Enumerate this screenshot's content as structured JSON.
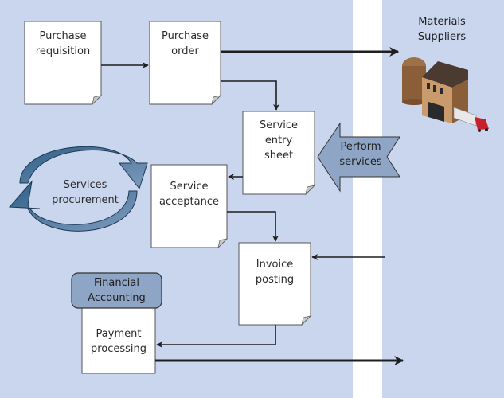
{
  "diagram": {
    "title": "Services procurement process",
    "nodes": {
      "purchase_requisition": "Purchase requisition",
      "purchase_order": "Purchase order",
      "service_entry_sheet": "Service entry sheet",
      "service_acceptance": "Service acceptance",
      "invoice_posting": "Invoice posting",
      "payment_processing": "Payment processing",
      "financial_accounting": "Financial Accounting",
      "perform_services": "Perform services",
      "services_procurement": "Services procurement",
      "materials_suppliers": "Materials Suppliers"
    },
    "labels": {
      "pr_1": "Purchase",
      "pr_2": "requisition",
      "po_1": "Purchase",
      "po_2": "order",
      "ses_1": "Service",
      "ses_2": "entry",
      "ses_3": "sheet",
      "sa_1": "Service",
      "sa_2": "acceptance",
      "ip_1": "Invoice",
      "ip_2": "posting",
      "pp_1": "Payment",
      "pp_2": "processing",
      "fa_1": "Financial",
      "fa_2": "Accounting",
      "ps_1": "Perform",
      "ps_2": "services",
      "sp_1": "Services",
      "sp_2": "procurement",
      "ms_1": "Materials",
      "ms_2": "Suppliers"
    },
    "edges": [
      {
        "from": "Purchase requisition",
        "to": "Purchase order"
      },
      {
        "from": "Purchase order",
        "to": "Materials Suppliers"
      },
      {
        "from": "Purchase order",
        "to": "Service entry sheet"
      },
      {
        "from": "Perform services",
        "to": "Service entry sheet"
      },
      {
        "from": "Service entry sheet",
        "to": "Service acceptance"
      },
      {
        "from": "Service acceptance",
        "to": "Invoice posting"
      },
      {
        "from": "Materials Suppliers",
        "to": "Invoice posting"
      },
      {
        "from": "Invoice posting",
        "to": "Payment processing"
      },
      {
        "from": "Payment processing",
        "to": "Materials Suppliers"
      }
    ],
    "colors": {
      "background": "#c9d6ee",
      "lane": "#ffffff",
      "accent_box": "#8fa5c6",
      "cycle_arrow": "#3f6f96"
    }
  }
}
